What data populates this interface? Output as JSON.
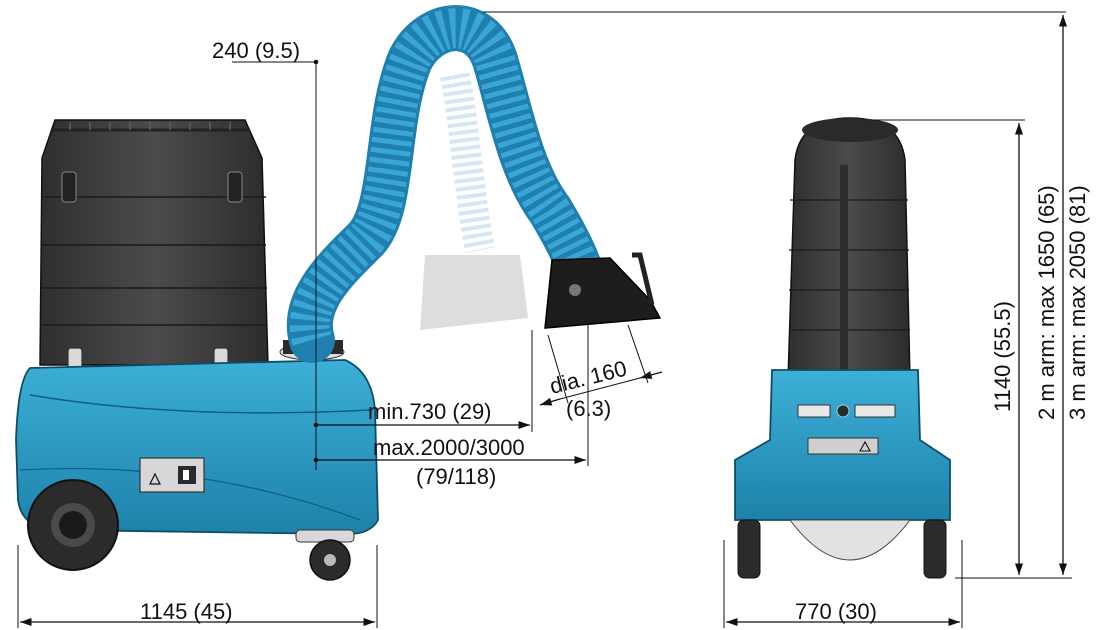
{
  "diagram": {
    "side_view": {
      "overall_length": "1145 (45)",
      "lift_height": "240 (9.5)",
      "reach_min": "min.730 (29)",
      "reach_max": "max.2000/3000",
      "reach_max_inch": "(79/118)",
      "hood_diameter": "dia. 160",
      "hood_diameter_inch": "(6.3)"
    },
    "front_view": {
      "width": "770 (30)",
      "body_height": "1140 (55.5)",
      "height_2m_arm": "2 m arm: max 1650 (65)",
      "height_3m_arm": "3 m arm: max 2050 (81)"
    }
  },
  "colors": {
    "body_blue": "#2a9bc4",
    "body_blue_dark": "#1c7ea3",
    "filter_dark": "#3a3a3a",
    "filter_mid": "#4a4a4a",
    "hose_blue": "#3aa6d6",
    "hose_dark": "#1f7fae",
    "wheel": "#2b2b2b"
  },
  "icons": [
    "warning-triangle-icon",
    "control-switch-icon"
  ]
}
